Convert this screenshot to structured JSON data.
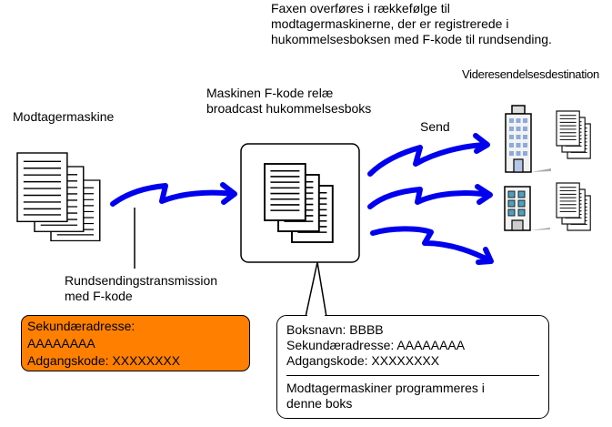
{
  "description": "Faxen overføres i rækkefølge til modtagermaskinerne, der er registrerede i hukommelsesboksen med F-kode til rundsending.",
  "description_lines": [
    "Faxen overføres i rækkefølge til",
    "modtagermaskinerne, der er registrerede i",
    "hukommelsesboksen med F-kode til rundsending."
  ],
  "labels": {
    "sender": "Modtagermaskine",
    "relay_box_line1": "Maskinen F-kode relæ",
    "relay_box_line2": "broadcast hukommelsesboks",
    "send": "Send",
    "forward_destination": "Videresendelsesdestination",
    "transmission_line1": "Rundsendingstransmission",
    "transmission_line2": "med F-kode"
  },
  "sender_info": {
    "line1": "Sekundæradresse:",
    "line2": "AAAAAAAA",
    "line3": "Adgangskode: XXXXXXXX"
  },
  "box_info": {
    "box_name": "Boksnavn: BBBB",
    "sub_address": "Sekundæradresse: AAAAAAAA",
    "password": "Adgangskode: XXXXXXXX",
    "note_line1": "Modtagermaskiner programmeres i",
    "note_line2": "denne boks"
  },
  "colors": {
    "arrow": "#0000ee",
    "sender_box": "#ff8000",
    "building_window_1": "#8ea9db",
    "building_window_2": "#4f9fbf"
  },
  "icons": [
    "document-stack-icon",
    "memory-box-icon",
    "arrow-icon",
    "office-building-icon"
  ]
}
